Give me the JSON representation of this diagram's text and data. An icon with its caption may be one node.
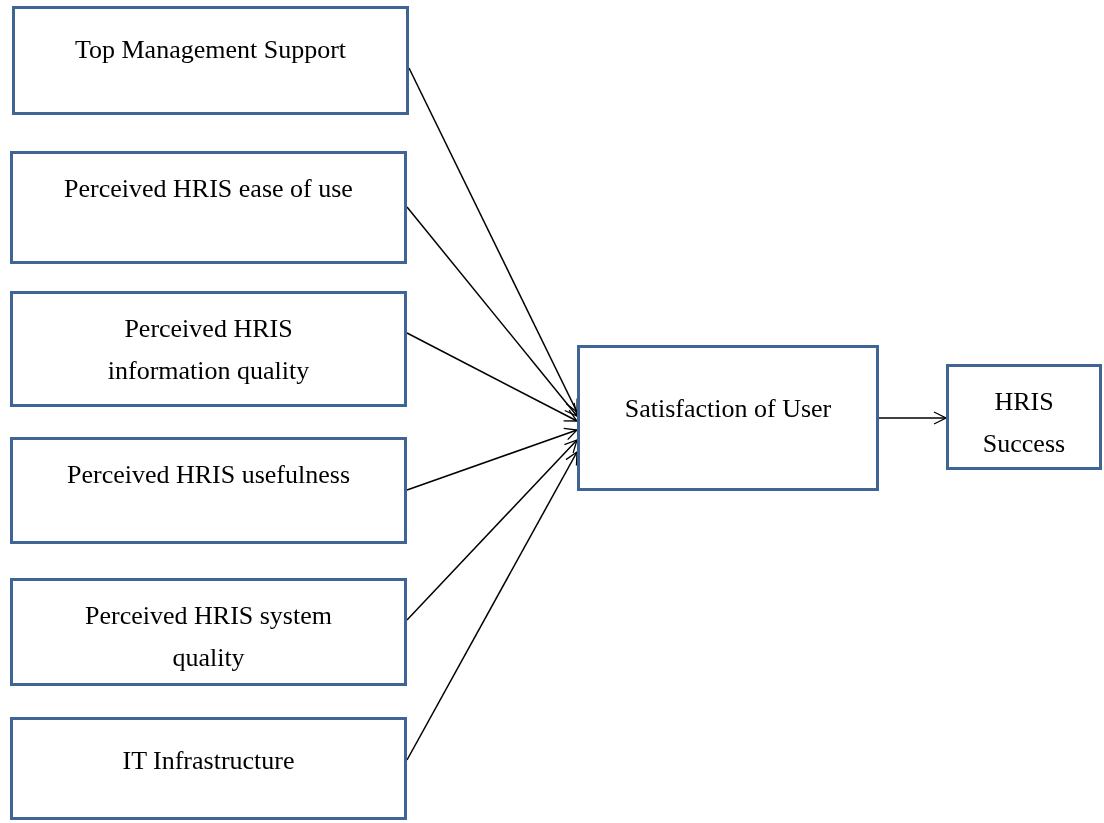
{
  "diagram": {
    "nodes": [
      {
        "text": [
          "Top Management Support"
        ]
      },
      {
        "text": [
          "Perceived HRIS ease of use"
        ]
      },
      {
        "text": [
          "Perceived HRIS information quality"
        ]
      },
      {
        "text": [
          "Perceived HRIS usefulness"
        ]
      },
      {
        "text": [
          "Perceived HRIS system quality"
        ]
      },
      {
        "text": [
          "IT Infrastructure"
        ]
      },
      {
        "text": [
          "Satisfaction of User"
        ]
      },
      {
        "text": [
          "HRIS Success"
        ]
      }
    ],
    "edges": [
      {
        "from": 0,
        "to": 6,
        "arrow": "to"
      },
      {
        "from": 1,
        "to": 6,
        "arrow": "to"
      },
      {
        "from": 2,
        "to": 6,
        "arrow": "to"
      },
      {
        "from": 3,
        "to": 6,
        "arrow": "to"
      },
      {
        "from": 4,
        "to": 6,
        "arrow": "to"
      },
      {
        "from": 5,
        "to": 6,
        "arrow": "to"
      },
      {
        "from": 6,
        "to": 7,
        "arrow": "to"
      }
    ]
  }
}
